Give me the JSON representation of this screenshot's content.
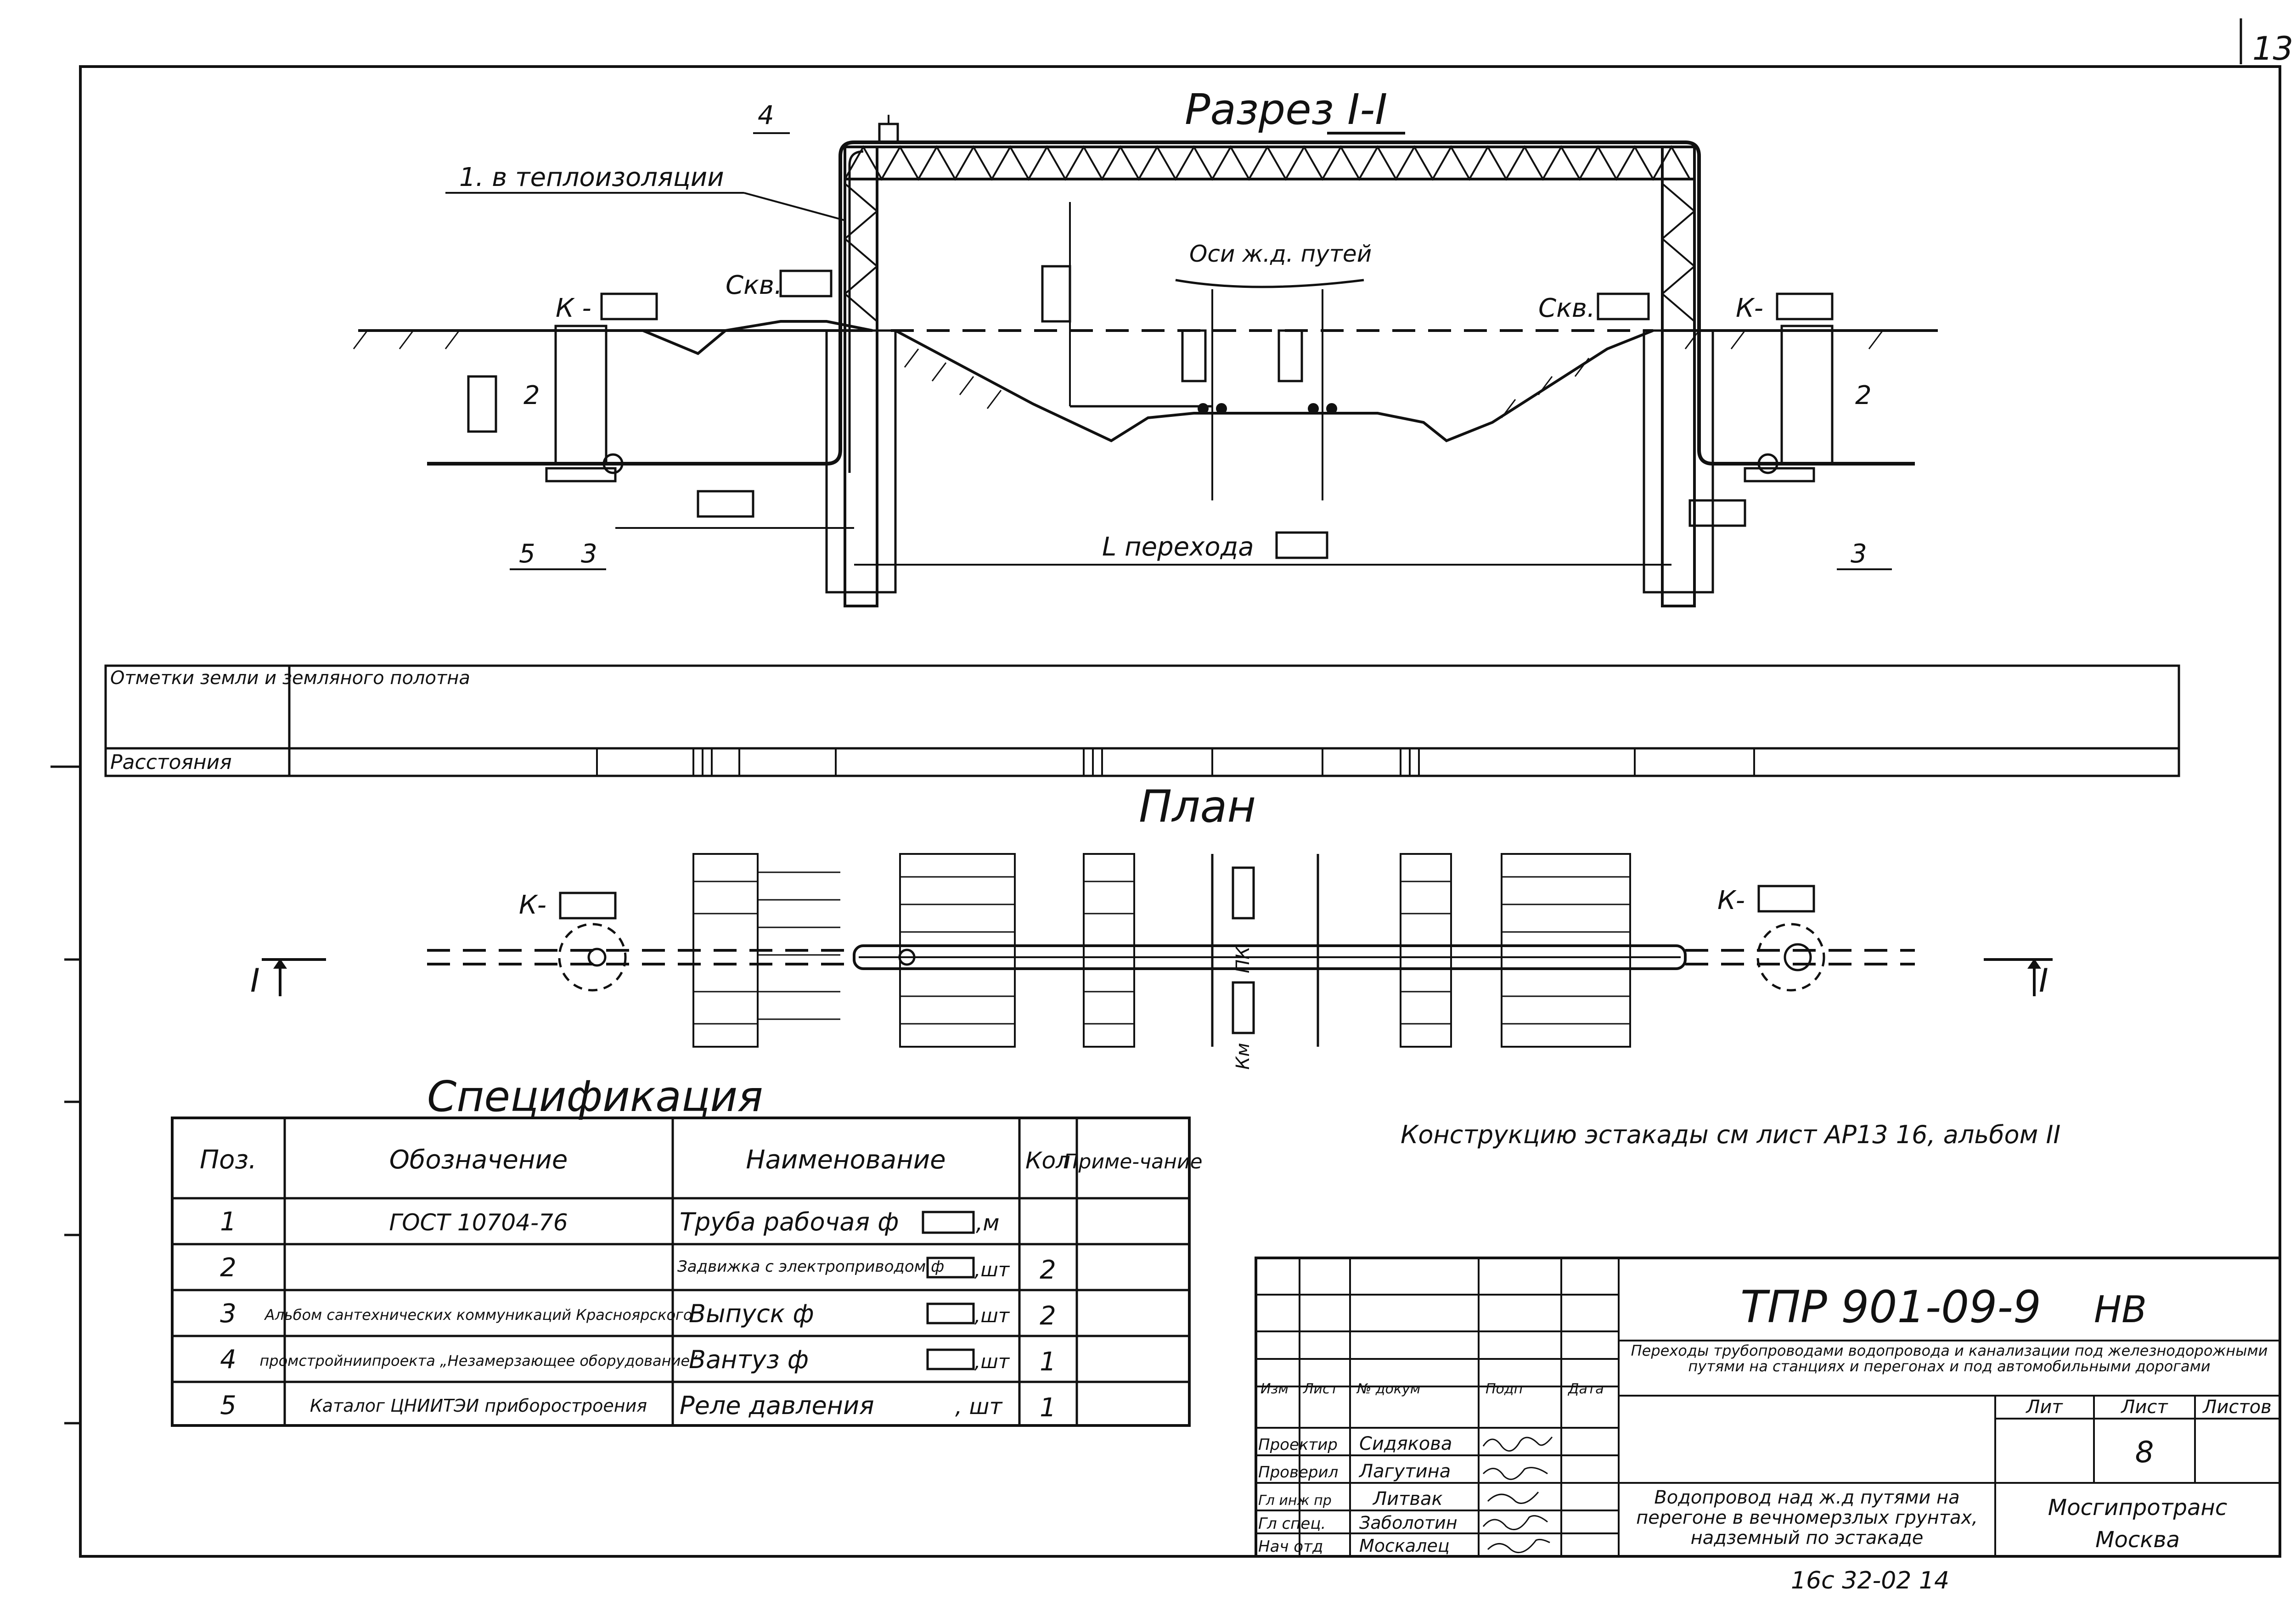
{
  "sheet": {
    "number": "13",
    "bottom_mark": "16с 32-02   14"
  },
  "section": {
    "title": "Разрез I-I",
    "labels": {
      "pos4": "4",
      "insulation": "1.  в теплоизоляции",
      "k_left": "К -",
      "k_right": "К-",
      "skv_left": "Скв.",
      "skv_right": "Скв.",
      "rail_axes": "Оси ж.д. путей",
      "crossing_length": "L перехода",
      "pos2_left": "2",
      "pos5": "5",
      "pos3_left": "3",
      "pos2_right": "2",
      "pos3_right": "3"
    }
  },
  "profile_table": {
    "row1": "Отметки земли и земляного полотна",
    "row2": "Расстояния"
  },
  "plan": {
    "title": "План",
    "k_left": "К-",
    "k_right": "К-",
    "marker_left": "I",
    "marker_right": "I",
    "pk": "ПК",
    "km": "Км",
    "note": "Конструкцию эстакады см лист  АР13 16, альбом II"
  },
  "specification": {
    "title": "Спецификация",
    "headers": [
      "Поз.",
      "Обозначение",
      "Наименование",
      "Кол",
      "Приме-чание"
    ],
    "rows": [
      {
        "pos": "1",
        "designation": "ГОСТ 10704-76",
        "name": "Труба рабочая ф",
        "unit": ",м",
        "qty": "",
        "note": ""
      },
      {
        "pos": "2",
        "designation": "",
        "name": "Задвижка с электроприводом ф",
        "unit": ",шт",
        "qty": "2",
        "note": ""
      },
      {
        "pos": "3",
        "designation": "Альбом сантехнических коммуникаций Красноярского",
        "name": "Выпуск    ф",
        "unit": ",шт",
        "qty": "2",
        "note": ""
      },
      {
        "pos": "4",
        "designation": "промстройниипроекта „Незамерзающее оборудование“",
        "name": "Вантуз    ф",
        "unit": ",шт",
        "qty": "1",
        "note": ""
      },
      {
        "pos": "5",
        "designation": "Каталог  ЦНИИТЭИ приборостроения",
        "name": "Реле давления",
        "unit": ",  шт",
        "qty": "1",
        "note": ""
      }
    ]
  },
  "title_block": {
    "code": "ТПР 901-09-9",
    "code_suffix": "НВ",
    "project_title": "Переходы трубопроводами водопровода и канализации под железнодорожными путями на станциях и перегонах и под автомобильными дорогами",
    "sheet_title": "Водопровод над ж.д путями на перегоне в вечномерзлых грунтах, надземный по эстакаде",
    "org": "Мосгипротранс",
    "city": "Москва",
    "col_headers": [
      "Изм",
      "Лист",
      "№ докум",
      "Подп",
      "Дата"
    ],
    "stage_headers": [
      "Лит",
      "Лист",
      "Листов"
    ],
    "sheet_no": "8",
    "people": [
      {
        "role": "Проектир",
        "name": "Сидякова"
      },
      {
        "role": "Проверил",
        "name": "Лагутина"
      },
      {
        "role": "Гл инж пр",
        "name": "Литвак"
      },
      {
        "role": "Гл спец.",
        "name": "Заболотин"
      },
      {
        "role": "Нач отд",
        "name": "Москалец"
      }
    ]
  }
}
